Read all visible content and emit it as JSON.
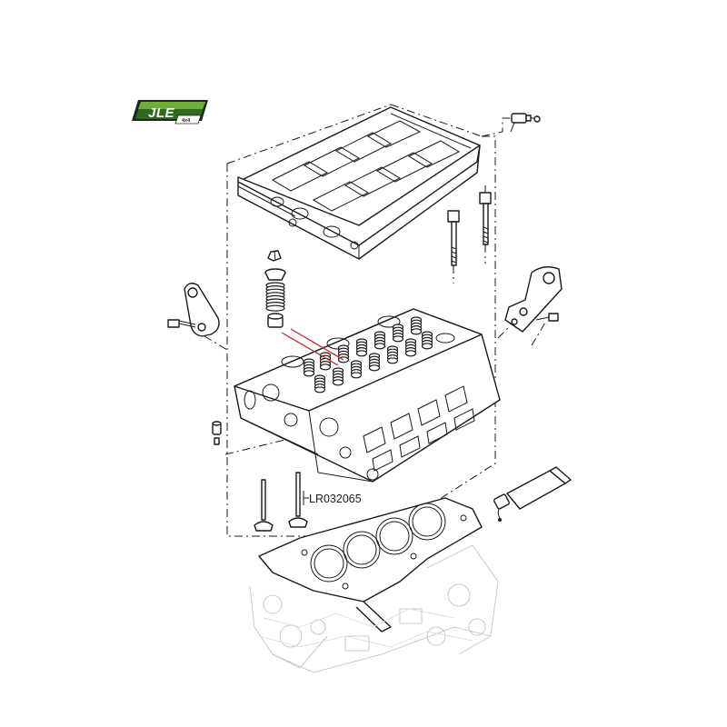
{
  "brand": {
    "logo_text": "JLE",
    "logo_subtext": "4x4",
    "colors": {
      "green_dark": "#1f4d16",
      "green_light": "#8bc34a",
      "frame": "#222222"
    }
  },
  "diagram": {
    "callouts": [
      {
        "part_number": "LR032065",
        "color": "#c62828"
      }
    ],
    "colors": {
      "line": "#1a1a1a",
      "highlight_leader": "#c62828",
      "ghost": "#c9c9c9"
    }
  }
}
